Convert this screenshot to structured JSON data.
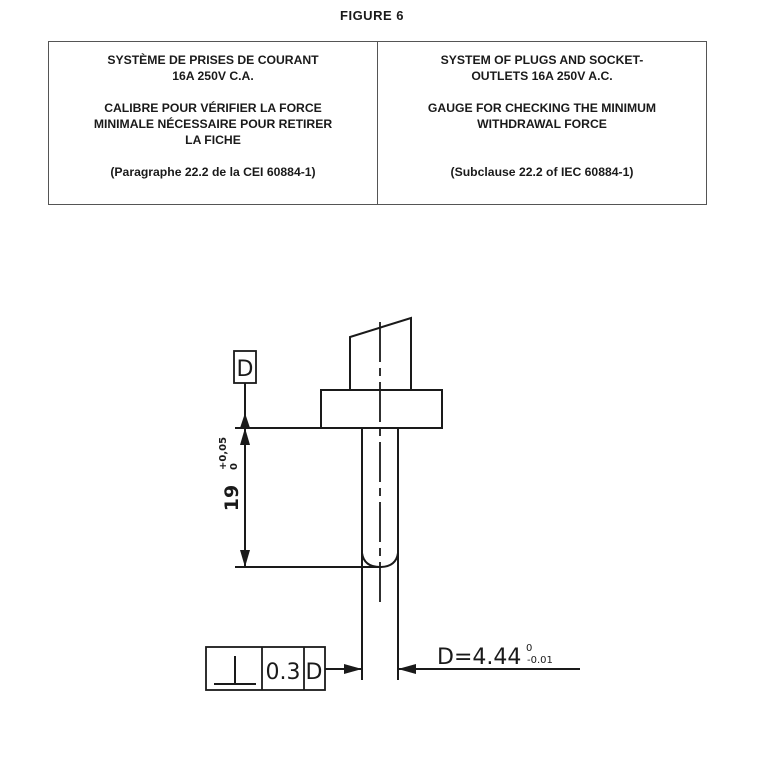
{
  "figure": {
    "title": "FIGURE  6"
  },
  "title_block": {
    "french": {
      "line1": "SYSTÈME DE PRISES DE COURANT",
      "line2": "16A 250V C.A.",
      "line3": "CALIBRE POUR VÉRIFIER LA FORCE",
      "line4": "MINIMALE NÉCESSAIRE POUR RETIRER",
      "line5": "LA FICHE",
      "reference": "(Paragraphe 22.2 de la CEI 60884-1)"
    },
    "english": {
      "line1": "SYSTEM OF PLUGS AND SOCKET-",
      "line2": "OUTLETS 16A 250V A.C.",
      "line3": "GAUGE FOR CHECKING THE MINIMUM",
      "line4": "WITHDRAWAL FORCE",
      "reference": "(Subclause 22.2 of IEC 60884-1)"
    }
  },
  "drawing": {
    "datum_label": "D",
    "length_dimension": {
      "value": "19",
      "upper_tolerance": "+0,05",
      "lower_tolerance": "0"
    },
    "tolerance_frame": {
      "symbol": "perpendicularity",
      "value": "0.3",
      "datum": "D"
    },
    "diameter_dimension": {
      "label": "D=4.44",
      "upper_tolerance": "0",
      "lower_tolerance": "-0.01"
    }
  }
}
